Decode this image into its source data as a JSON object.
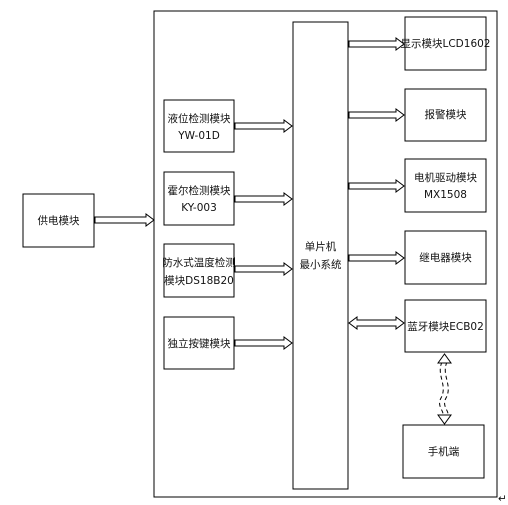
{
  "diagram": {
    "power_module": "供电模块",
    "mcu_line1": "单片机",
    "mcu_line2": "最小系统",
    "inputs": [
      {
        "line1": "液位检测模块",
        "line2": "YW-01D"
      },
      {
        "line1": "霍尔检测模块",
        "line2": "KY-003"
      },
      {
        "line1": "防水式温度检测",
        "line2": "模块DS18B20"
      },
      {
        "line1": "独立按键模块",
        "line2": ""
      }
    ],
    "outputs": [
      {
        "line1": "显示模块LCD1602",
        "line2": ""
      },
      {
        "line1": "报警模块",
        "line2": ""
      },
      {
        "line1": "电机驱动模块",
        "line2": "MX1508"
      },
      {
        "line1": "继电器模块",
        "line2": ""
      },
      {
        "line1": "蓝牙模块ECB02",
        "line2": ""
      }
    ],
    "phone": "手机端",
    "corner_mark": "↵"
  }
}
